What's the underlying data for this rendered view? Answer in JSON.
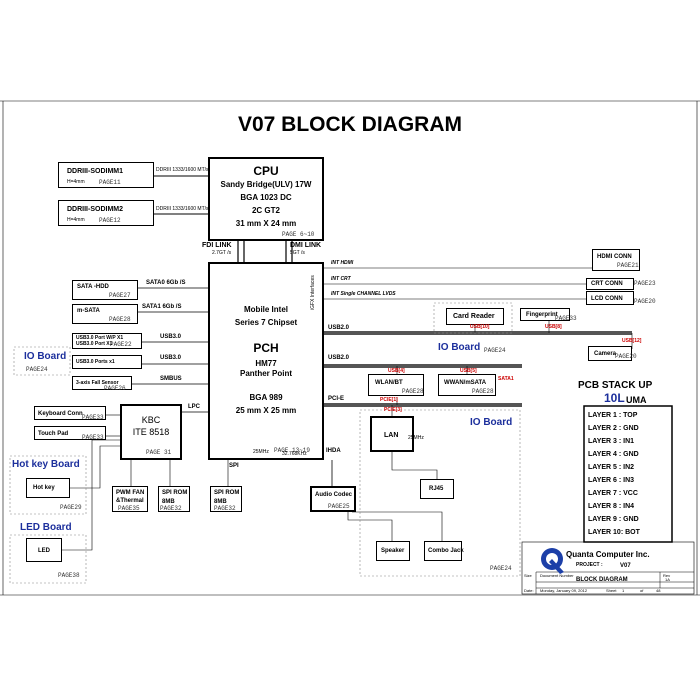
{
  "title": "V07  BLOCK DIAGRAM",
  "cpu": {
    "heading": "CPU",
    "lines": [
      "Sandy Bridge(ULV) 17W",
      "BGA 1023 DC",
      "2C GT2",
      "31 mm X 24 mm"
    ],
    "page": "PAGE 6~10"
  },
  "dimm1": {
    "label": "DDRIII-SODIMM1",
    "sub": "H=4mm",
    "page": "PAGE11",
    "bus": "DDRIII   1333/1600  MT/s"
  },
  "dimm2": {
    "label": "DDRIII-SODIMM2",
    "sub": "H=4mm",
    "page": "PAGE12",
    "bus": "DDRIII   1333/1600  MT/s"
  },
  "fdi": {
    "label": "FDI LINK",
    "sub": "2.7GT /s"
  },
  "dmi": {
    "label": "DMI LINK",
    "sub": "5GT /s"
  },
  "pch": {
    "line1": "Mobile Intel",
    "line2": "Series 7 Chipset",
    "heading": "PCH",
    "chip1": "HM77",
    "chip2": "Panther Point",
    "pkg": "BGA 989",
    "size": "25 mm X 25 mm",
    "page": "PAGE 13~19",
    "vertical": "iGFX Interfaces"
  },
  "pch_signals": {
    "hdmi": "INT HDMI",
    "crt": "INT CRT",
    "lvds": "INT Single CHANNEL LVDS",
    "usb20a": "USB2.0",
    "usb20b": "USB2.0",
    "pcie": "PCI-E",
    "ihda": "IHDA",
    "spi_mid": "SPI",
    "lpc": "LPC",
    "spi_left": "SPI",
    "sata0": "SATA0 6Gb /S",
    "sata1": "SATA1 6Gb /S",
    "usb30a": "USB3.0",
    "usb30b": "USB3.0",
    "smbus": "SMBUS"
  },
  "hdmi_conn": {
    "label": "HDMI CONN",
    "page": "PAGE21"
  },
  "crt_conn": {
    "label": "CRT CONN",
    "page": "PAGE23"
  },
  "lcd_conn": {
    "label": "LCD CONN",
    "page": "PAGE20"
  },
  "sata_hdd": {
    "label": "SATA -HDD",
    "page": "PAGE27"
  },
  "msata": {
    "label": "m-SATA",
    "page": "PAGE28"
  },
  "usb3_port_wpx1": {
    "label": "USB3.0 Port W/P X1",
    "sub": "USB3.0 Port X1",
    "page": "PAGE22"
  },
  "usb3_ports_x1": {
    "label": "USB3.0 Ports x1"
  },
  "io_board_left": {
    "label": "IO Board",
    "page": "PAGE24"
  },
  "fall_sensor": {
    "label": "3-axis Fall Sensor",
    "page": "PAGE26"
  },
  "card_reader": {
    "label": "Card Reader",
    "tag": "USB[10]"
  },
  "fingerprint": {
    "label": "Fingerprint",
    "page": "PAGE33",
    "tag": "USB[8]"
  },
  "camera": {
    "label": "Camera",
    "page": "PAGE20",
    "tag": "USB[12]"
  },
  "io_board_mid": {
    "label": "IO Board",
    "page": "PAGE24"
  },
  "wlan": {
    "label": "WLAN/BT",
    "page": "PAGE28",
    "tag_top": "USB[4]",
    "tag_bot": "PCIE[1]"
  },
  "wwan": {
    "label": "WWAN/mSATA",
    "page": "PAGE28",
    "tag_top": "USB[5]",
    "tag_side": "SATA1"
  },
  "lan": {
    "label": "LAN",
    "tag": "PCIE[3]"
  },
  "io_board_right": {
    "label": "IO Board"
  },
  "rj45": {
    "label": "RJ45"
  },
  "audio": {
    "label": "Audio Codec",
    "page": "PAGE25"
  },
  "speaker": {
    "label": "Speaker"
  },
  "combo_jack": {
    "label": "Combo Jack"
  },
  "io_page_bottom": "PAGE24",
  "keyboard_conn": {
    "label": "Keyboard Conn",
    "page": "PAGE33"
  },
  "touch_pad": {
    "label": "Touch Pad",
    "page": "PAGE33"
  },
  "kbc": {
    "line1": "KBC",
    "line2": "ITE 8518",
    "page": "PAGE 31"
  },
  "hotkey_board": {
    "label": "Hot key Board"
  },
  "hotkey": {
    "label": "Hot key",
    "page": "PAGE29"
  },
  "led_board": {
    "label": "LED Board"
  },
  "led": {
    "label": "LED",
    "page": "PAGE38"
  },
  "pwm_fan": {
    "line1": "PWM FAN",
    "line2": "&Thermal",
    "page": "PAGE35"
  },
  "spi_rom1": {
    "line1": "SPI ROM",
    "line2": "8MB",
    "page": "PAGE32"
  },
  "spi_rom2": {
    "line1": "SPI ROM",
    "line2": "8MB",
    "page": "PAGE32"
  },
  "crystal1": "25MHz",
  "crystal2": "32.768KHz",
  "crystal3": "25MHz",
  "pcb_stack": {
    "heading": "PCB STACK UP",
    "sub_big": "10L",
    "sub_small": "UMA",
    "layers": [
      "LAYER 1 : TOP",
      "LAYER 2 : GND",
      "LAYER 3 : IN1",
      "LAYER 4 : GND",
      "LAYER 5 : IN2",
      "LAYER 6 : IN3",
      "LAYER 7 : VCC",
      "LAYER 8 : IN4",
      "LAYER 9 : GND",
      "LAYER 10: BOT"
    ]
  },
  "title_block": {
    "company": "Quanta Computer Inc.",
    "project_label": "PROJECT :",
    "project_value": "V07",
    "size_label": "Size",
    "doc_label": "Document Number",
    "rev_label": "Rev",
    "doc_value": "BLOCK DIAGRAM",
    "rev_value": "1A",
    "date_label": "Date:",
    "date_value": "Monday, January 09, 2012",
    "sheet_label": "Sheet",
    "sheet_value": "1",
    "of_label": "of",
    "of_value": "48"
  },
  "colors": {
    "accent": "#1c2f9c",
    "red": "#cc0000",
    "logo_blue": "#1c3fa8"
  }
}
